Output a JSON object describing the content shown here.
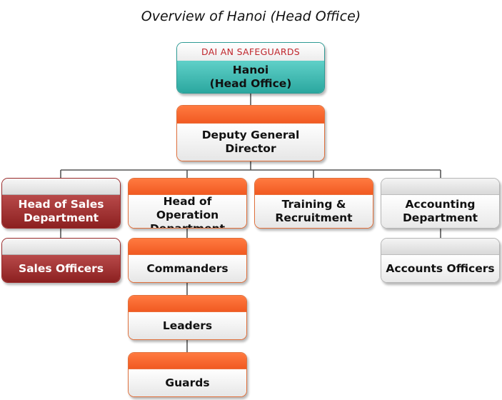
{
  "title": "Overview of Hanoi (Head Office)",
  "colors": {
    "orange_band": "#f15a22",
    "red_body": "#a33535",
    "teal_body": "#3bb8b0",
    "brand_text": "#c0262c",
    "connector": "#555555"
  },
  "nodes": {
    "root": {
      "brand": "DAI AN SAFEGUARDS",
      "label": "Hanoi\n(Head Office)"
    },
    "deputy": {
      "label": "Deputy General\nDirector"
    },
    "sales_head": {
      "label": "Head of Sales\nDepartment"
    },
    "operation_head": {
      "label": "Head of Operation\nDepartment"
    },
    "training": {
      "label": "Training &\nRecruitment"
    },
    "accounting": {
      "label": "Accounting\nDepartment"
    },
    "sales_officers": {
      "label": "Sales Officers"
    },
    "commanders": {
      "label": "Commanders"
    },
    "leaders": {
      "label": "Leaders"
    },
    "guards": {
      "label": "Guards"
    },
    "accounts_officers": {
      "label": "Accounts Officers"
    }
  }
}
